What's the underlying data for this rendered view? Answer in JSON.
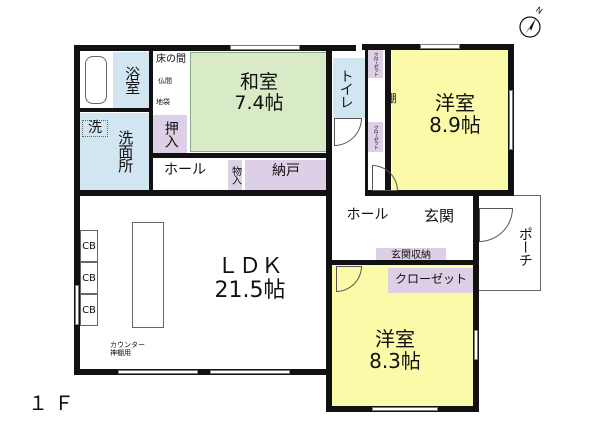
{
  "floor_label": "１Ｆ",
  "compass": {
    "label": "N",
    "icon": "north-arrow-icon"
  },
  "colors": {
    "western_room": "#fbfaa8",
    "japanese_room": "#d9ebc6",
    "wet_area": "#d2e6f2",
    "storage": "#ddd0e6",
    "wall": "#111111"
  },
  "rooms": {
    "bath": "浴室",
    "tokonoma": "床の間",
    "butsuma": "仏間",
    "jibukuro": "地袋",
    "washitsu": {
      "name": "和室",
      "size": "7.4帖"
    },
    "toilet": "トイレ",
    "closet_top": "クローゼット",
    "closet_mid": "クローゼット",
    "shelf": "棚",
    "youshitsu1": {
      "name": "洋室",
      "size": "8.9帖"
    },
    "laundry": "洗",
    "washroom": "洗面所",
    "oshiire": "押入",
    "hall1": "ホール",
    "monoire": "物入",
    "nando": "納戸",
    "ldk": {
      "name": "ＬＤＫ",
      "size": "21.5帖"
    },
    "cb": [
      "CB",
      "CB",
      "CB"
    ],
    "counter_note": "カウンター",
    "kamidana_note": "神棚用",
    "hall2": "ホール",
    "genkan": "玄関",
    "genkan_storage": "玄関収納",
    "porch": "ポーチ",
    "closet_bottom": "クローゼット",
    "youshitsu2": {
      "name": "洋室",
      "size": "8.3帖"
    }
  }
}
